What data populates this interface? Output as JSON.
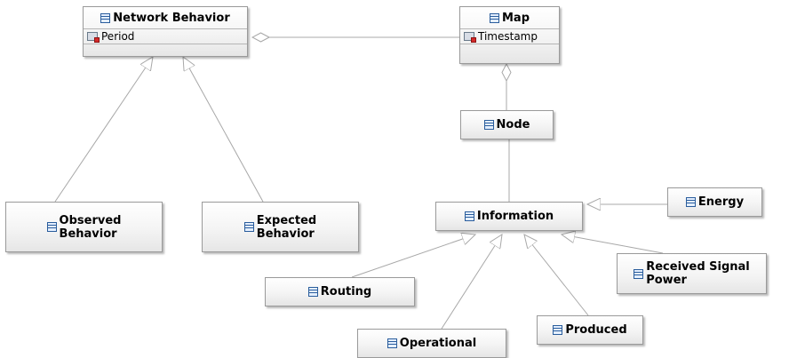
{
  "classes": {
    "network_behavior": {
      "name": "Network Behavior",
      "attributes": [
        "Period"
      ]
    },
    "map": {
      "name": "Map",
      "attributes": [
        "Timestamp"
      ]
    },
    "node": {
      "name": "Node"
    },
    "observed_behavior": {
      "name": "Observed\nBehavior"
    },
    "expected_behavior": {
      "name": "Expected\nBehavior"
    },
    "information": {
      "name": "Information"
    },
    "energy": {
      "name": "Energy"
    },
    "received_signal_power": {
      "name": "Received Signal\nPower"
    },
    "routing": {
      "name": "Routing"
    },
    "operational": {
      "name": "Operational"
    },
    "produced": {
      "name": "Produced"
    }
  },
  "relationships": [
    {
      "type": "aggregation",
      "from": "Map",
      "to": "Network Behavior",
      "whole": "Network Behavior"
    },
    {
      "type": "aggregation",
      "from": "Node",
      "to": "Map",
      "whole": "Map"
    },
    {
      "type": "association",
      "from": "Information",
      "to": "Node"
    },
    {
      "type": "generalization",
      "child": "Observed Behavior",
      "parent": "Network Behavior"
    },
    {
      "type": "generalization",
      "child": "Expected Behavior",
      "parent": "Network Behavior"
    },
    {
      "type": "generalization",
      "child": "Energy",
      "parent": "Information"
    },
    {
      "type": "generalization",
      "child": "Received Signal Power",
      "parent": "Information"
    },
    {
      "type": "generalization",
      "child": "Routing",
      "parent": "Information"
    },
    {
      "type": "generalization",
      "child": "Operational",
      "parent": "Information"
    },
    {
      "type": "generalization",
      "child": "Produced",
      "parent": "Information"
    }
  ],
  "colors": {
    "line": "#a8a8a8",
    "box_border": "#9a9a9a",
    "class_icon": "#2a5d9c",
    "attribute_marker": "#d42a2a"
  }
}
